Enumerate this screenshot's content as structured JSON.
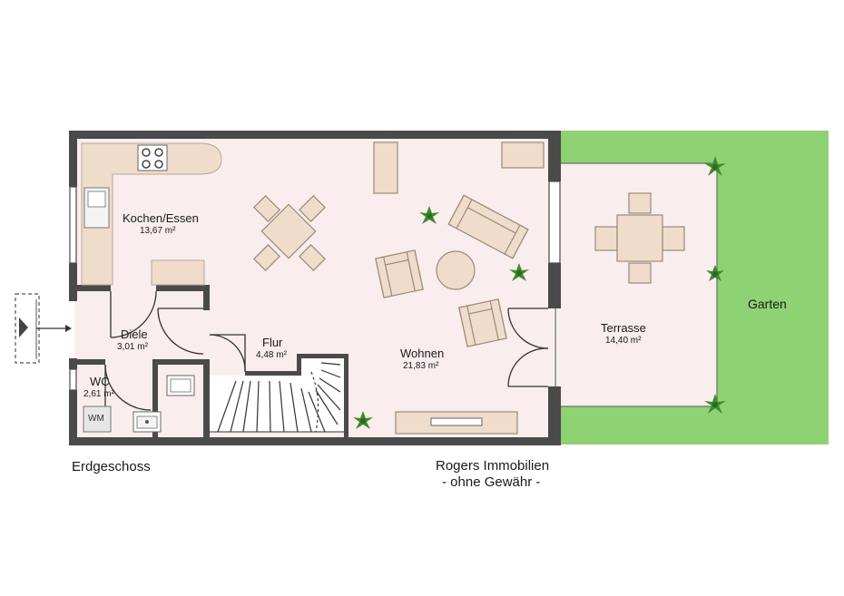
{
  "rooms": {
    "kitchen": {
      "name": "Kochen/Essen",
      "area": "13,67 m²"
    },
    "hall": {
      "name": "Diele",
      "area": "3,01 m²"
    },
    "wc": {
      "name": "WC",
      "area": "2,61 m²"
    },
    "corridor": {
      "name": "Flur",
      "area": "4,48 m²"
    },
    "living": {
      "name": "Wohnen",
      "area": "21,83 m²"
    },
    "terrace": {
      "name": "Terrasse",
      "area": "14,40 m²"
    },
    "garden": {
      "name": "Garten"
    }
  },
  "fixtures": {
    "washing_machine": "WM"
  },
  "footer": {
    "floor": "Erdgeschoss",
    "agency": "Rogers Immobilien",
    "disclaimer": "- ohne Gewähr -"
  },
  "colors": {
    "wall": "#4a4a4a",
    "floor": "#f9eded",
    "furniture": "#efdccb",
    "furniture_stroke": "#9a8a7a",
    "garden": "#8fd274",
    "terrace": "#f9eded",
    "plant": "#3e8a2e"
  },
  "icons": [
    "entry-arrow-icon",
    "stove-icon",
    "sink-icon",
    "plant-icon"
  ]
}
